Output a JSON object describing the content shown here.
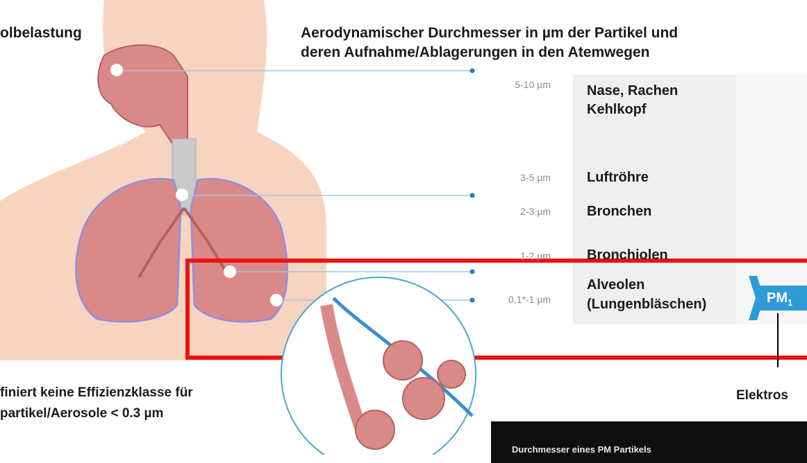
{
  "header": {
    "left_title": "olbelastung",
    "right_title_line1": "Aerodynamischer Durchmesser in µm der Partikel und",
    "right_title_line2": "deren Aufnahme/Ablagerungen in den Atemwegen"
  },
  "regions": [
    {
      "size": "5-10 µm",
      "organ_line1": "Nase, Rachen",
      "organ_line2": "Kehlkopf"
    },
    {
      "size": "3-5 µm",
      "organ_line1": "Luftröhre",
      "organ_line2": ""
    },
    {
      "size": "2-3 µm",
      "organ_line1": "Bronchen",
      "organ_line2": ""
    },
    {
      "size": "1-2 µm",
      "organ_line1": "Bronchiolen",
      "organ_line2": ""
    },
    {
      "size": "0,1*-1 µm",
      "organ_line1": "Alveolen",
      "organ_line2": "(Lungenbläschen)"
    }
  ],
  "pm_tag": "PM",
  "pm_subscript": "1",
  "elektro_label": "Elektros",
  "note_line1": "finiert keine Effizienzklasse für",
  "note_line2": "partikel/Aerosole < 0.3 µm",
  "footer_text": "Durchmesser eines PM Partikels",
  "colors": {
    "skin": "#f7d4c0",
    "lung": "#d98a88",
    "lung_dark": "#b85f5c",
    "connector": "#9ec8e6",
    "dot": "#1f7fc0",
    "highlight": "#ee1111",
    "pm_blue": "#2e9ad6",
    "organ_panel": "#efefef"
  }
}
